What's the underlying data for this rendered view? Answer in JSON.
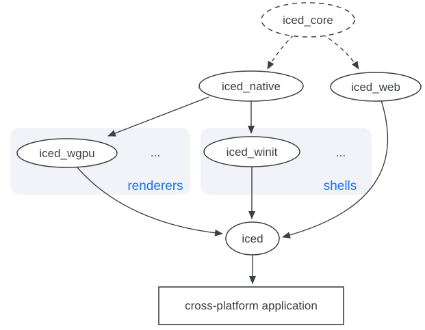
{
  "diagram": {
    "nodes": {
      "iced_core": {
        "label": "iced_core",
        "shape": "ellipse-dashed"
      },
      "iced_native": {
        "label": "iced_native",
        "shape": "ellipse"
      },
      "iced_web": {
        "label": "iced_web",
        "shape": "ellipse"
      },
      "iced_wgpu": {
        "label": "iced_wgpu",
        "shape": "ellipse"
      },
      "iced_winit": {
        "label": "iced_winit",
        "shape": "ellipse"
      },
      "iced": {
        "label": "iced",
        "shape": "ellipse"
      },
      "cross_platform_application": {
        "label": "cross-platform application",
        "shape": "rect"
      }
    },
    "groups": {
      "renderers": {
        "label": "renderers",
        "ellipsis": "..."
      },
      "shells": {
        "label": "shells",
        "ellipsis": "..."
      }
    },
    "edges": [
      {
        "from": "iced_core",
        "to": "iced_native",
        "style": "dashed"
      },
      {
        "from": "iced_core",
        "to": "iced_web",
        "style": "dashed"
      },
      {
        "from": "iced_native",
        "to": "iced_wgpu",
        "style": "solid"
      },
      {
        "from": "iced_native",
        "to": "iced_winit",
        "style": "solid"
      },
      {
        "from": "iced_wgpu",
        "to": "iced",
        "style": "solid"
      },
      {
        "from": "iced_winit",
        "to": "iced",
        "style": "solid"
      },
      {
        "from": "iced_web",
        "to": "iced",
        "style": "solid"
      },
      {
        "from": "iced",
        "to": "cross_platform_application",
        "style": "solid"
      }
    ],
    "colors": {
      "stroke": "#3c4043",
      "text": "#3c4043",
      "group_label": "#1a73e8",
      "group_background": "#f1f3f8",
      "node_fill": "#ffffff",
      "background": "#ffffff"
    }
  }
}
